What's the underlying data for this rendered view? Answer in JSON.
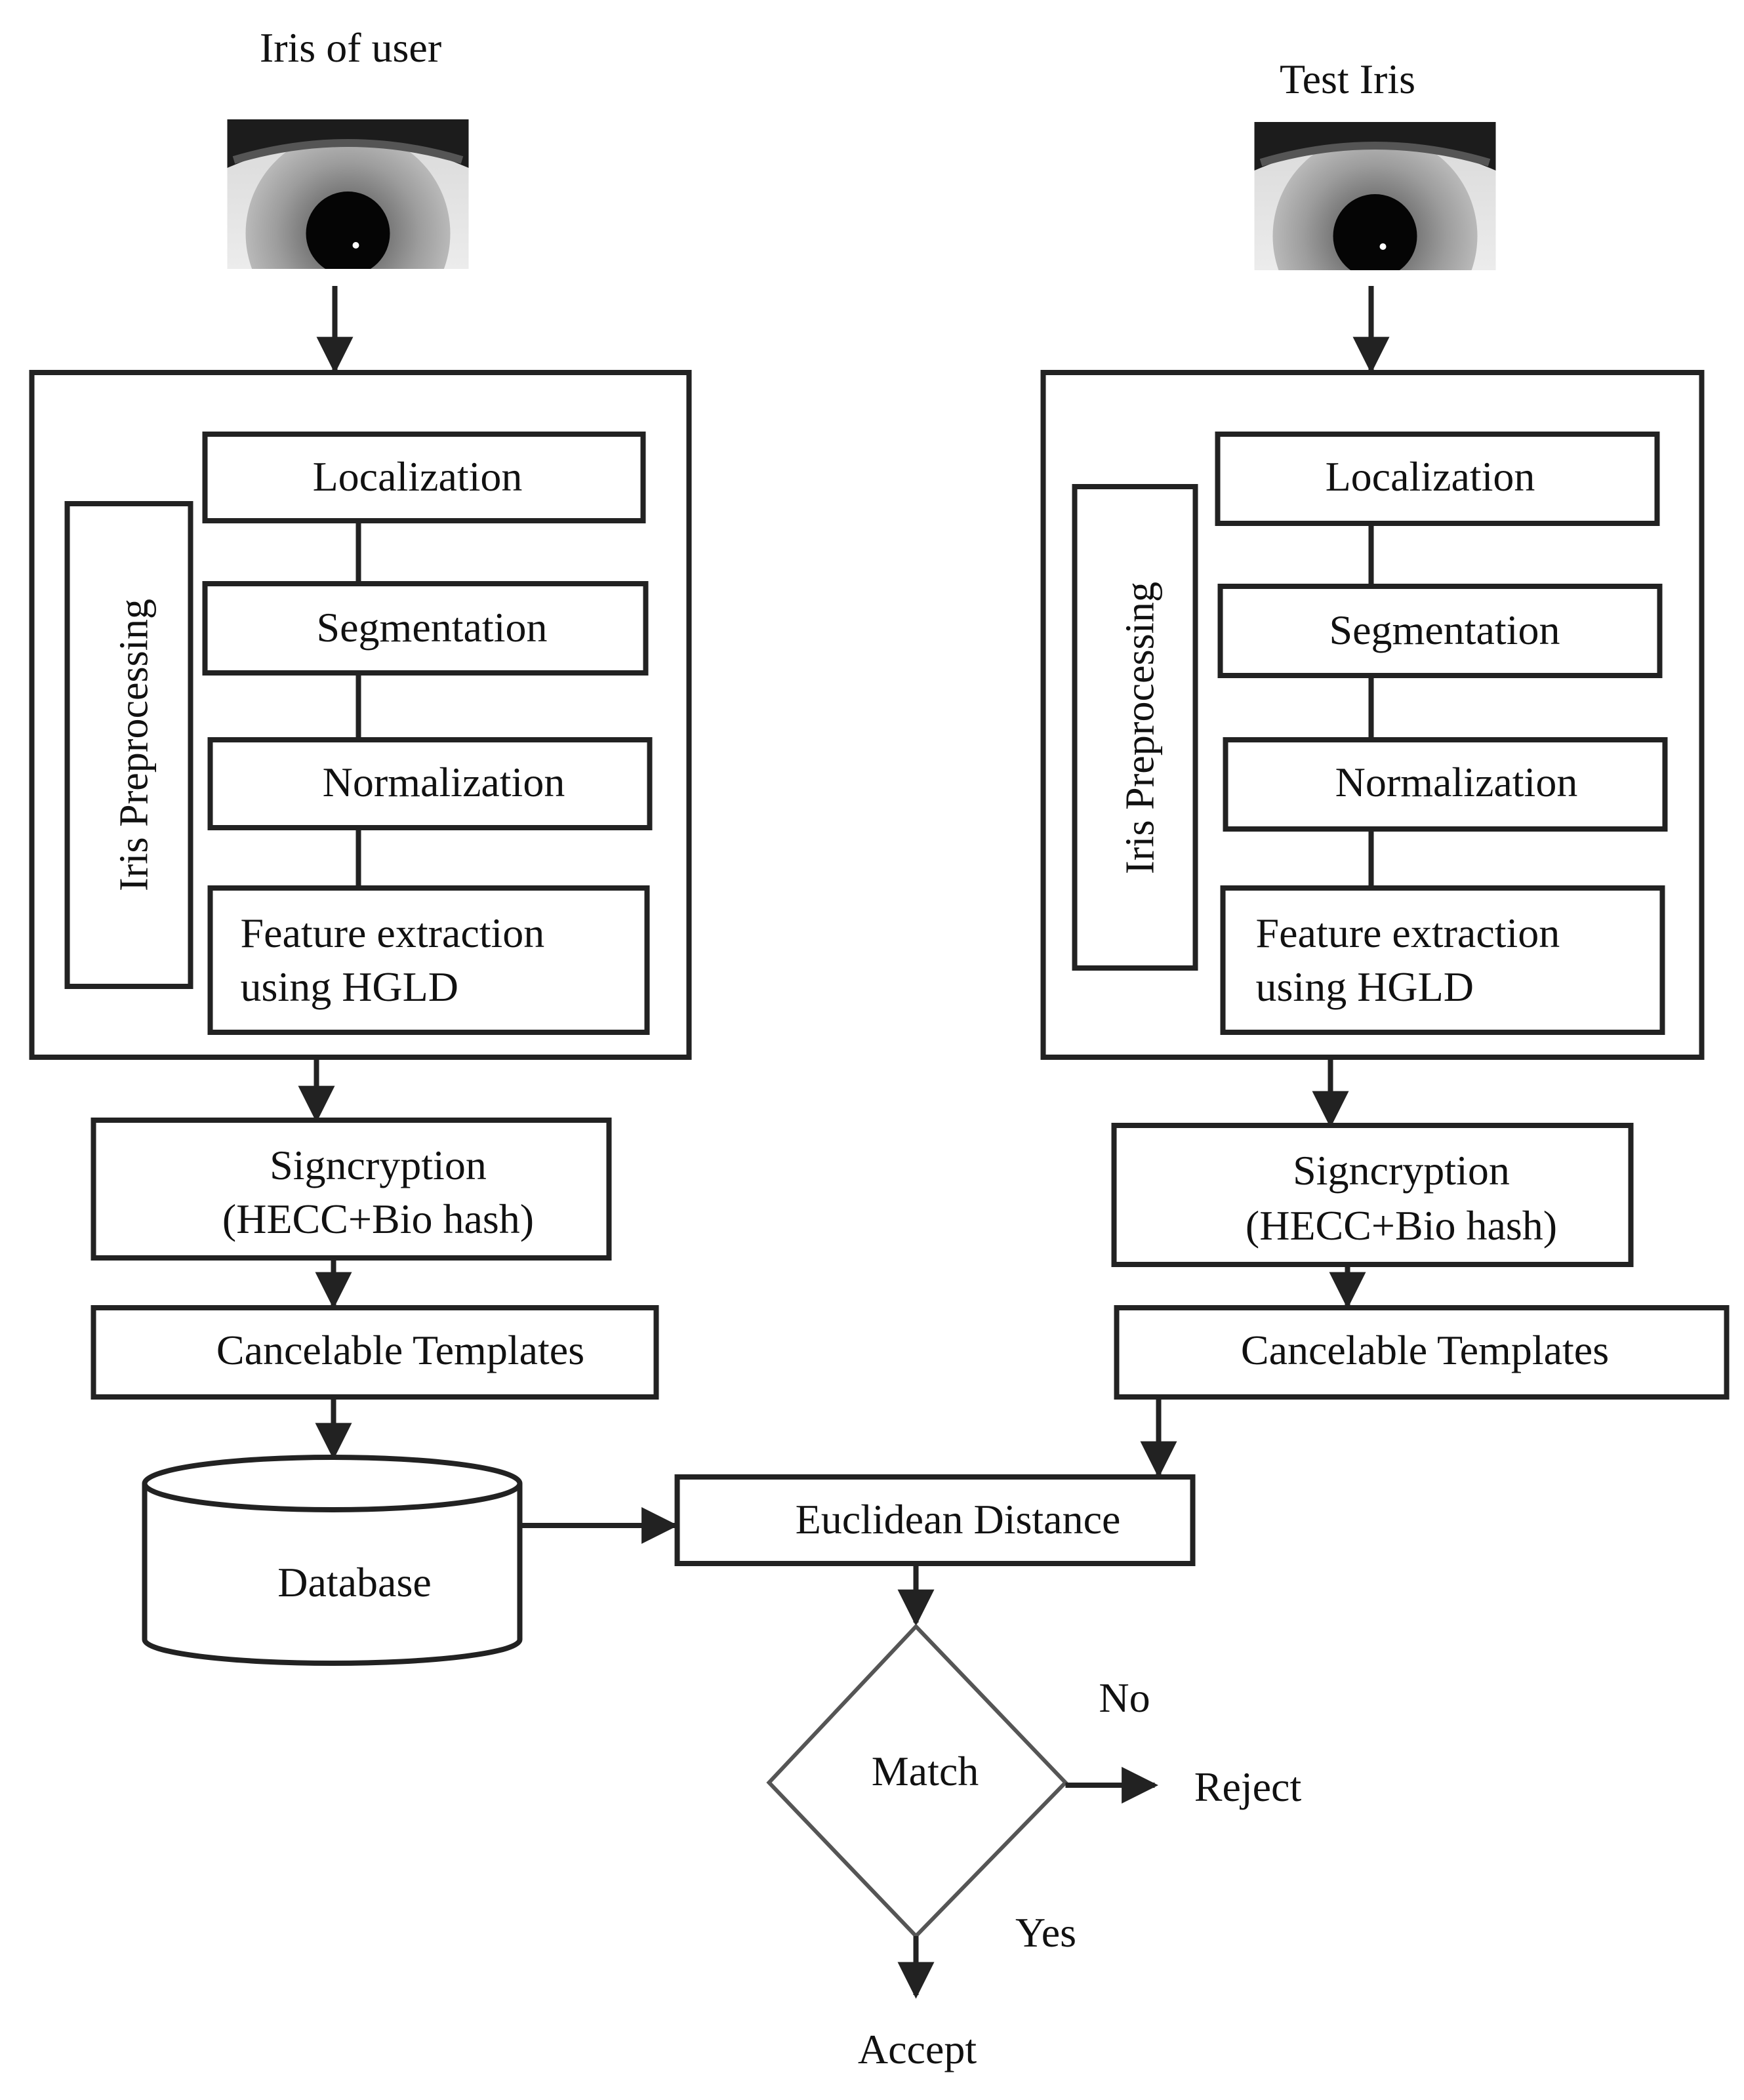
{
  "colors": {
    "stroke": "#222222",
    "text": "#111111",
    "background": "#ffffff"
  },
  "left": {
    "title": "Iris of user",
    "eye_icon": "eye-icon",
    "group_label": "Iris Preprocessing",
    "steps": {
      "localization": "Localization",
      "segmentation": "Segmentation",
      "normalization": "Normalization",
      "feature_line1": "Feature extraction",
      "feature_line2": "using HGLD"
    },
    "signcryption_line1": "Signcryption",
    "signcryption_line2": "(HECC+Bio hash)",
    "cancelable": "Cancelable Templates",
    "database": "Database"
  },
  "right": {
    "title": "Test Iris",
    "eye_icon": "eye-icon",
    "group_label": "Iris Preprocessing",
    "steps": {
      "localization": "Localization",
      "segmentation": "Segmentation",
      "normalization": "Normalization",
      "feature_line1": "Feature extraction",
      "feature_line2": "using HGLD"
    },
    "signcryption_line1": "Signcryption",
    "signcryption_line2": "(HECC+Bio hash)",
    "cancelable": "Cancelable Templates"
  },
  "matching": {
    "euclidean": "Euclidean Distance",
    "match": "Match",
    "no": "No",
    "yes": "Yes",
    "reject": "Reject",
    "accept": "Accept"
  }
}
